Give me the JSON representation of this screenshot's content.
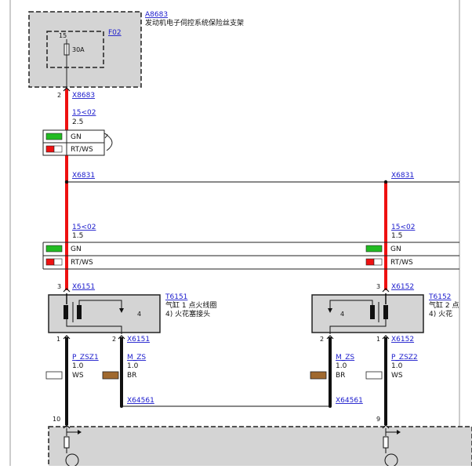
{
  "colors": {
    "red_wire": "#ee1111",
    "black_wire": "#111111",
    "box_fill": "#d4d4d4",
    "link": "#1a1acc",
    "green": "#22bb22",
    "brown": "#a0692f"
  },
  "fuse_carrier": {
    "id": "A8683",
    "title": "发动机电子伺控系统保险丝支架",
    "fuse_id": "F02",
    "fuse_pin": "15",
    "fuse_rating": "30A"
  },
  "top_connector": {
    "pin": "2",
    "id": "X8683"
  },
  "wire_top": {
    "circuit": "15<02",
    "size": "2.5"
  },
  "legend_top": {
    "color1": "GN",
    "color2": "RT/WS"
  },
  "splice_left": "X6831",
  "splice_right": "X6831",
  "wire_left": {
    "circuit": "15<02",
    "size": "1.5"
  },
  "wire_right": {
    "circuit": "15<02",
    "size": "1.5"
  },
  "legend_mid": {
    "left_color1": "GN",
    "left_color2": "RT/WS",
    "right_color1": "GN",
    "right_color2": "RT/WS"
  },
  "coil_left": {
    "top_pin": "3",
    "top_conn": "X6151",
    "id": "T6151",
    "name": "气缸 1 点火线圈",
    "sub": "4)   火花塞接头",
    "inner_pin": "4",
    "pin_a": "1",
    "pin_b": "2",
    "bottom_conn": "X6151"
  },
  "coil_right": {
    "top_pin": "3",
    "top_conn": "X6152",
    "id": "T6152",
    "name": "气缸 2 点",
    "sub": "4)   火花",
    "inner_pin": "4",
    "pin_a": "2",
    "pin_b": "1",
    "bottom_conn": "X6152"
  },
  "wires_bottom": {
    "left_a": {
      "circuit": "P_ZSZ1",
      "size": "1.0",
      "color": "WS"
    },
    "left_b": {
      "circuit": "M_ZS",
      "size": "1.0",
      "color": "BR"
    },
    "right_a": {
      "circuit": "M_ZS",
      "size": "1.0",
      "color": "BR"
    },
    "right_b": {
      "circuit": "P_ZSZ2",
      "size": "1.0",
      "color": "WS"
    }
  },
  "ground_splice_left": "X64561",
  "ground_splice_right": "X64561",
  "ecu_pins": {
    "left": "10",
    "right": "9"
  }
}
